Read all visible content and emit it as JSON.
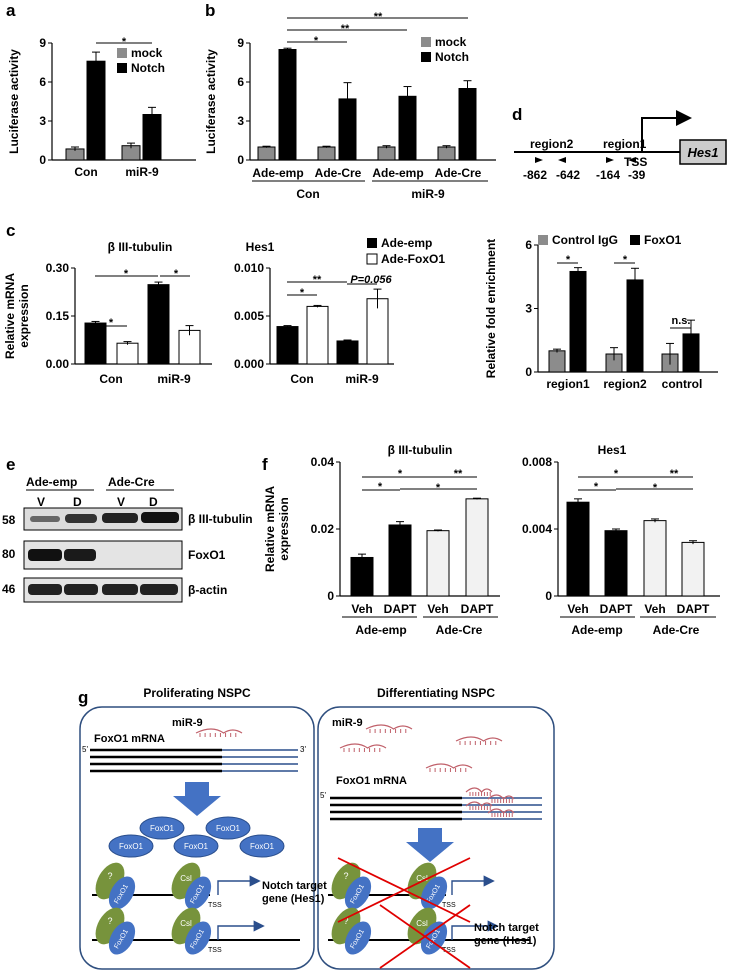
{
  "panel_letters": [
    "a",
    "b",
    "c",
    "d",
    "e",
    "f",
    "g"
  ],
  "colors": {
    "mock": "#8c8c8c",
    "notch": "#000000",
    "adeemp": "#000000",
    "adefox": "#ffffff",
    "igg": "#8c8c8c",
    "foxo1": "#000000",
    "veh_cre": "#f2f2f2",
    "blue": "#4472c4",
    "green": "#77933c",
    "red": "#e00000",
    "mirna": "#c0606a"
  },
  "chart_data": [
    {
      "id": "a",
      "type": "bar",
      "ylabel": "Luciferase activity",
      "ylim": [
        0,
        9
      ],
      "yticks": [
        "0",
        "3",
        "6",
        "9"
      ],
      "categories": [
        "Con",
        "miR-9"
      ],
      "series": [
        {
          "name": "mock",
          "values": [
            0.85,
            1.1
          ],
          "err": [
            0.15,
            0.2
          ]
        },
        {
          "name": "Notch",
          "values": [
            7.6,
            3.5
          ],
          "err": [
            0.7,
            0.55
          ]
        }
      ],
      "sig": [
        "*"
      ]
    },
    {
      "id": "b",
      "type": "bar",
      "ylabel": "Luciferase activity",
      "ylim": [
        0,
        9
      ],
      "yticks": [
        "0",
        "3",
        "6",
        "9"
      ],
      "categories": [
        "Ade-emp",
        "Ade-Cre",
        "Ade-emp",
        "Ade-Cre"
      ],
      "groups": [
        "Con",
        "miR-9"
      ],
      "series": [
        {
          "name": "mock",
          "values": [
            1.0,
            1.0,
            1.0,
            1.0
          ],
          "err": [
            0.06,
            0.06,
            0.1,
            0.1
          ]
        },
        {
          "name": "Notch",
          "values": [
            8.5,
            4.7,
            4.9,
            5.5
          ],
          "err": [
            0.1,
            1.25,
            0.75,
            0.6
          ]
        }
      ],
      "sig": [
        "*",
        "**",
        "**"
      ]
    },
    {
      "id": "c1",
      "type": "bar",
      "title": "β III-tubulin",
      "ylabel": "Relative mRNA expression",
      "ylim": [
        0,
        0.3
      ],
      "yticks": [
        "0.00",
        "0.15",
        "0.30"
      ],
      "categories": [
        "Con",
        "miR-9"
      ],
      "series": [
        {
          "name": "Ade-emp",
          "values": [
            0.128,
            0.248
          ],
          "err": [
            0.005,
            0.008
          ]
        },
        {
          "name": "Ade-FoxO1",
          "values": [
            0.065,
            0.105
          ],
          "err": [
            0.005,
            0.015
          ]
        }
      ],
      "sig": [
        "*",
        "*",
        "*"
      ]
    },
    {
      "id": "c2",
      "type": "bar",
      "title": "Hes1",
      "ylim": [
        0,
        0.01
      ],
      "yticks": [
        "0.000",
        "0.005",
        "0.010"
      ],
      "categories": [
        "Con",
        "miR-9"
      ],
      "series": [
        {
          "name": "Ade-emp",
          "values": [
            0.0039,
            0.0024
          ],
          "err": [
            0.0001,
            0.0001
          ]
        },
        {
          "name": "Ade-FoxO1",
          "values": [
            0.006,
            0.0068
          ],
          "err": [
            0.0001,
            0.001
          ]
        }
      ],
      "sig": [
        "*",
        "**"
      ],
      "annotation": "P=0.056"
    },
    {
      "id": "d2",
      "type": "bar",
      "ylabel": "Relative fold enrichment",
      "ylim": [
        0,
        6
      ],
      "yticks": [
        "0",
        "3",
        "6"
      ],
      "categories": [
        "region1",
        "region2",
        "control"
      ],
      "series": [
        {
          "name": "Control IgG",
          "values": [
            1.0,
            0.85,
            0.85
          ],
          "err": [
            0.08,
            0.3,
            0.5
          ]
        },
        {
          "name": "FoxO1",
          "values": [
            4.75,
            4.35,
            1.8
          ],
          "err": [
            0.18,
            0.55,
            0.65
          ]
        }
      ],
      "sig": [
        "*",
        "*",
        "n.s."
      ]
    },
    {
      "id": "f1",
      "type": "bar",
      "title": "β III-tubulin",
      "ylabel": "Relative mRNA expression",
      "ylim": [
        0,
        0.04
      ],
      "yticks": [
        "0",
        "0.02",
        "0.04"
      ],
      "categories": [
        "Veh",
        "DAPT",
        "Veh",
        "DAPT"
      ],
      "groups": [
        "Ade-emp",
        "Ade-Cre"
      ],
      "values": [
        0.0115,
        0.0212,
        0.0195,
        0.029
      ],
      "err": [
        0.001,
        0.001,
        0.0002,
        0.0002
      ],
      "sig": [
        "*",
        "*",
        "*",
        "**"
      ]
    },
    {
      "id": "f2",
      "type": "bar",
      "title": "Hes1",
      "ylim": [
        0,
        0.008
      ],
      "yticks": [
        "0",
        "0.004",
        "0.008"
      ],
      "categories": [
        "Veh",
        "DAPT",
        "Veh",
        "DAPT"
      ],
      "groups": [
        "Ade-emp",
        "Ade-Cre"
      ],
      "values": [
        0.0056,
        0.0039,
        0.0045,
        0.0032
      ],
      "err": [
        0.0002,
        0.0001,
        0.0001,
        0.0001
      ],
      "sig": [
        "*",
        "*",
        "*",
        "**"
      ]
    }
  ],
  "panel_d": {
    "regions": [
      "region2",
      "region1"
    ],
    "positions": [
      "-862",
      "-642",
      "-164",
      "-39"
    ],
    "tss": "TSS",
    "gene": "Hes1"
  },
  "panel_e": {
    "groups": [
      "Ade-emp",
      "Ade-Cre"
    ],
    "lanes": [
      "V",
      "D",
      "V",
      "D"
    ],
    "mw": [
      "58",
      "80",
      "46"
    ],
    "bands": [
      "β III-tubulin",
      "FoxO1",
      "β-actin"
    ]
  },
  "panel_g": {
    "left_title": "Proliferating NSPC",
    "right_title": "Differentiating NSPC",
    "mirna": "miR-9",
    "mrna": "FoxO1 mRNA",
    "five": "5'",
    "three": "3'",
    "foxo1": "FoxO1",
    "csl": "Csl",
    "q": "?",
    "target": "Notch target",
    "target2": "gene (Hes1)",
    "tss": "TSS"
  }
}
